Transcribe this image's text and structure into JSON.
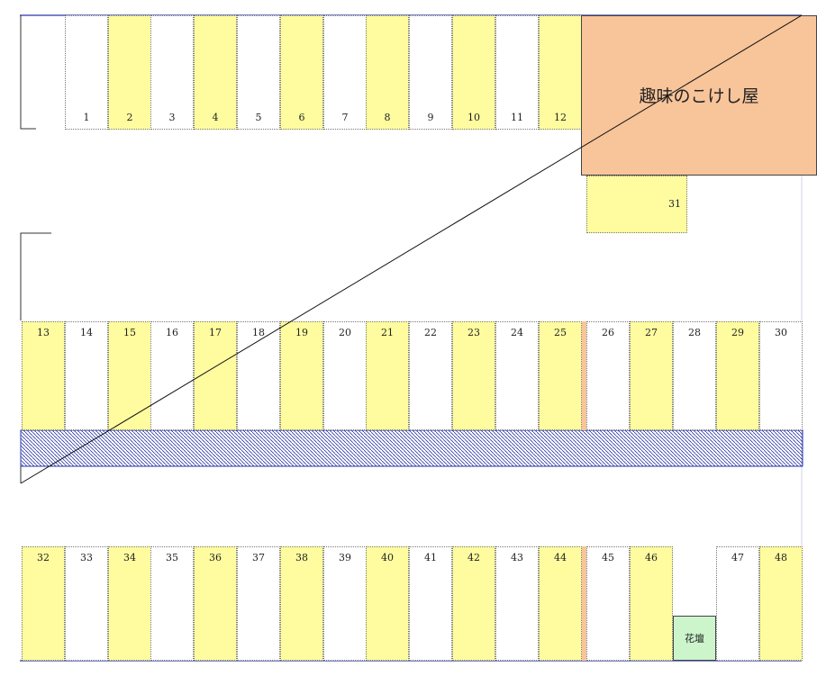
{
  "colors": {
    "highlight": "#fffca0",
    "plain": "#ffffff",
    "shop": "#f8c49a",
    "flower_bed": "#ccf5cc",
    "frame_line": "#2a36a8",
    "hatch": "#2a36a8"
  },
  "shop": {
    "label": "趣味のこけし屋"
  },
  "flower_bed": {
    "label": "花壇"
  },
  "stalls": {
    "row1": [
      {
        "label": "1",
        "highlighted": false
      },
      {
        "label": "2",
        "highlighted": true
      },
      {
        "label": "3",
        "highlighted": false
      },
      {
        "label": "4",
        "highlighted": true
      },
      {
        "label": "5",
        "highlighted": false
      },
      {
        "label": "6",
        "highlighted": true
      },
      {
        "label": "7",
        "highlighted": false
      },
      {
        "label": "8",
        "highlighted": true
      },
      {
        "label": "9",
        "highlighted": false
      },
      {
        "label": "10",
        "highlighted": true
      },
      {
        "label": "11",
        "highlighted": false
      },
      {
        "label": "12",
        "highlighted": true
      }
    ],
    "single": {
      "label": "31",
      "highlighted": true
    },
    "row2": [
      {
        "label": "13",
        "highlighted": true
      },
      {
        "label": "14",
        "highlighted": false
      },
      {
        "label": "15",
        "highlighted": true
      },
      {
        "label": "16",
        "highlighted": false
      },
      {
        "label": "17",
        "highlighted": true
      },
      {
        "label": "18",
        "highlighted": false
      },
      {
        "label": "19",
        "highlighted": true
      },
      {
        "label": "20",
        "highlighted": false
      },
      {
        "label": "21",
        "highlighted": true
      },
      {
        "label": "22",
        "highlighted": false
      },
      {
        "label": "23",
        "highlighted": true
      },
      {
        "label": "24",
        "highlighted": false
      },
      {
        "label": "25",
        "highlighted": true
      },
      {
        "label": "26",
        "highlighted": false
      },
      {
        "label": "27",
        "highlighted": true
      },
      {
        "label": "28",
        "highlighted": false
      },
      {
        "label": "29",
        "highlighted": true
      },
      {
        "label": "30",
        "highlighted": false
      }
    ],
    "row3": [
      {
        "label": "32",
        "highlighted": true
      },
      {
        "label": "33",
        "highlighted": false
      },
      {
        "label": "34",
        "highlighted": true
      },
      {
        "label": "35",
        "highlighted": false
      },
      {
        "label": "36",
        "highlighted": true
      },
      {
        "label": "37",
        "highlighted": false
      },
      {
        "label": "38",
        "highlighted": true
      },
      {
        "label": "39",
        "highlighted": false
      },
      {
        "label": "40",
        "highlighted": true
      },
      {
        "label": "41",
        "highlighted": false
      },
      {
        "label": "42",
        "highlighted": true
      },
      {
        "label": "43",
        "highlighted": false
      },
      {
        "label": "44",
        "highlighted": true
      },
      {
        "label": "45",
        "highlighted": false
      },
      {
        "label": "46",
        "highlighted": true
      },
      {
        "label": "47",
        "highlighted": false
      },
      {
        "label": "48",
        "highlighted": true
      }
    ]
  }
}
